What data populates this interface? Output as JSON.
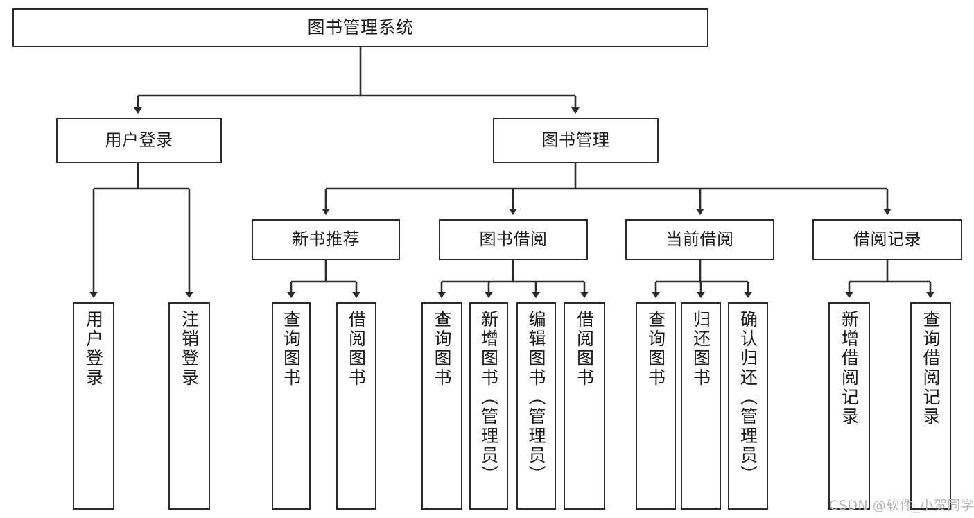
{
  "diagram": {
    "type": "tree-hierarchy",
    "title": "图书管理系统",
    "orientation": "top-down",
    "levels": 4,
    "colors": {
      "background": "#ffffff",
      "box_stroke": "#2b2b2b",
      "box_fill": "#ffffff",
      "edge": "#2b2b2b",
      "text": "#1b1b1b",
      "watermark": "#b7b7b7"
    }
  },
  "root": {
    "id": "root",
    "label": "图书管理系统"
  },
  "level2": [
    {
      "id": "user-login",
      "label": "用户登录"
    },
    {
      "id": "book-management",
      "label": "图书管理"
    }
  ],
  "level3": [
    {
      "id": "new-book-recommend",
      "label": "新书推荐",
      "parent": "book-management"
    },
    {
      "id": "book-borrow",
      "label": "图书借阅",
      "parent": "book-management"
    },
    {
      "id": "current-borrow",
      "label": "当前借阅",
      "parent": "book-management"
    },
    {
      "id": "borrow-record",
      "label": "借阅记录",
      "parent": "book-management"
    }
  ],
  "leaves": {
    "user_login": [
      {
        "id": "leaf-user-login",
        "label": "用户登录"
      },
      {
        "id": "leaf-user-logout",
        "label": "注销登录"
      }
    ],
    "new_book_recommend": [
      {
        "id": "leaf-query-book-1",
        "label": "查询图书"
      },
      {
        "id": "leaf-borrow-book-1",
        "label": "借阅图书"
      }
    ],
    "book_borrow": [
      {
        "id": "leaf-query-book-2",
        "label": "查询图书"
      },
      {
        "id": "leaf-add-book",
        "label": "新增图书（管理员）"
      },
      {
        "id": "leaf-edit-book",
        "label": "编辑图书（管理员）"
      },
      {
        "id": "leaf-borrow-book-2",
        "label": "借阅图书"
      }
    ],
    "current_borrow": [
      {
        "id": "leaf-query-book-3",
        "label": "查询图书"
      },
      {
        "id": "leaf-return-book",
        "label": "归还图书"
      },
      {
        "id": "leaf-confirm-return",
        "label": "确认归还（管理员）"
      }
    ],
    "borrow_record": [
      {
        "id": "leaf-add-record",
        "label": "新增借阅记录"
      },
      {
        "id": "leaf-query-record",
        "label": "查询借阅记录"
      }
    ]
  },
  "watermark": {
    "text": "CSDN @软件_小贺同学"
  }
}
